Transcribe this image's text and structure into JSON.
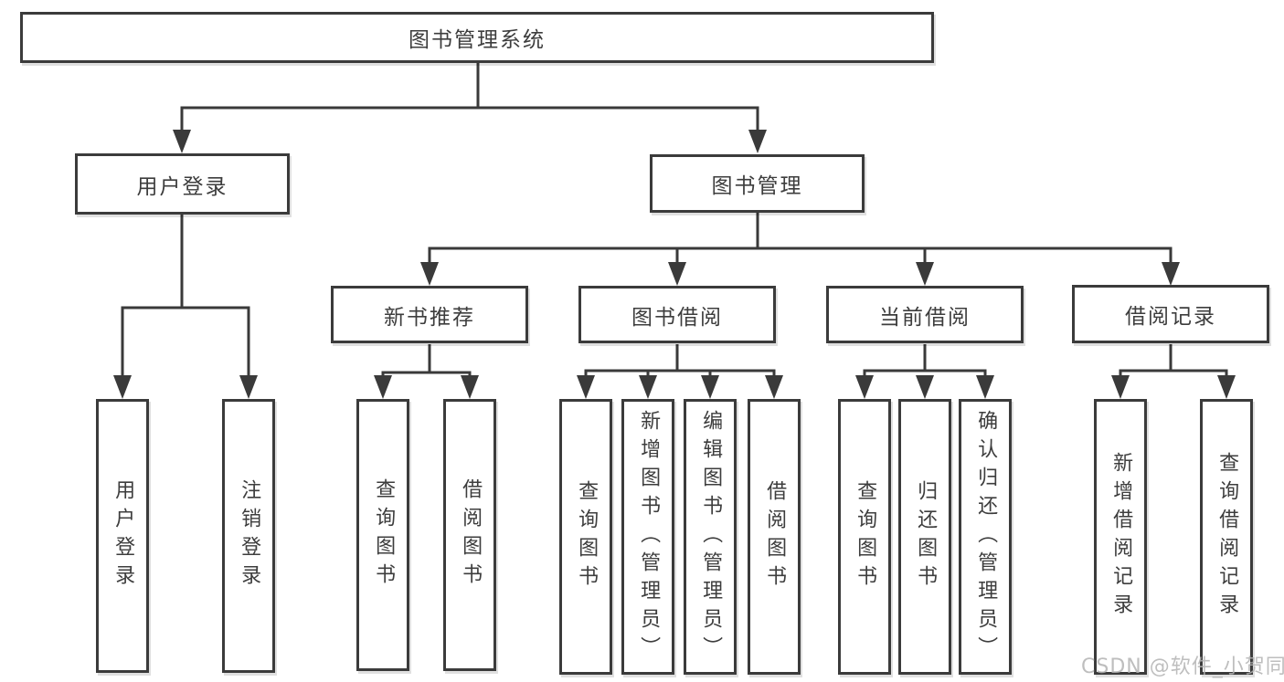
{
  "tree": {
    "root": {
      "label": "图书管理系统",
      "children": [
        {
          "label": "用户登录",
          "children": [
            {
              "label": "用户登录"
            },
            {
              "label": "注销登录"
            }
          ]
        },
        {
          "label": "图书管理",
          "children": [
            {
              "label": "新书推荐",
              "children": [
                {
                  "label": "查询图书"
                },
                {
                  "label": "借阅图书"
                }
              ]
            },
            {
              "label": "图书借阅",
              "children": [
                {
                  "label": "查询图书"
                },
                {
                  "label": "新增图书（管理员）"
                },
                {
                  "label": "编辑图书（管理员）"
                },
                {
                  "label": "借阅图书"
                }
              ]
            },
            {
              "label": "当前借阅",
              "children": [
                {
                  "label": "查询图书"
                },
                {
                  "label": "归还图书"
                },
                {
                  "label": "确认归还（管理员）"
                }
              ]
            },
            {
              "label": "借阅记录",
              "children": [
                {
                  "label": "新增借阅记录"
                },
                {
                  "label": "查询借阅记录"
                }
              ]
            }
          ]
        }
      ]
    }
  },
  "watermark": {
    "text": "CSDN @软件_小贺同学"
  },
  "colors": {
    "line": "#3a3a3a",
    "border": "#3b3b3b",
    "text": "#3d3d3d",
    "watermark": "#b3b3b3",
    "background": "#ffffff"
  }
}
